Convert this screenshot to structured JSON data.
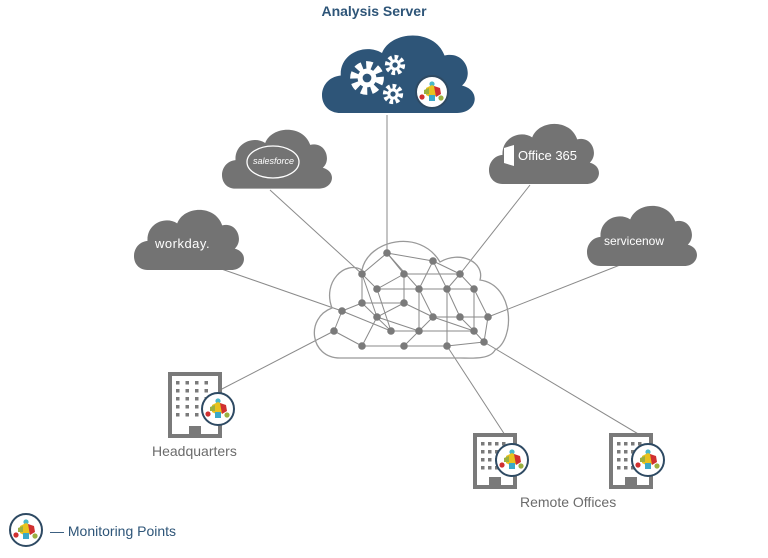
{
  "title": "Analysis Server",
  "services": [
    {
      "name": "salesforce",
      "icon": "salesforce-logo"
    },
    {
      "name": "Office 365",
      "icon": "office365-logo"
    },
    {
      "name": "workday.",
      "icon": "workday-logo"
    },
    {
      "name": "servicenow",
      "icon": "servicenow-logo"
    }
  ],
  "sites": {
    "headquarters": "Headquarters",
    "remote": "Remote Offices"
  },
  "legend": {
    "label": "— Monitoring Points",
    "icon": "monitoring-point-icon"
  },
  "colors": {
    "server": "#2e5578",
    "cloud": "#707070",
    "line": "#8a8a8a",
    "node": "#7a7a7a"
  }
}
